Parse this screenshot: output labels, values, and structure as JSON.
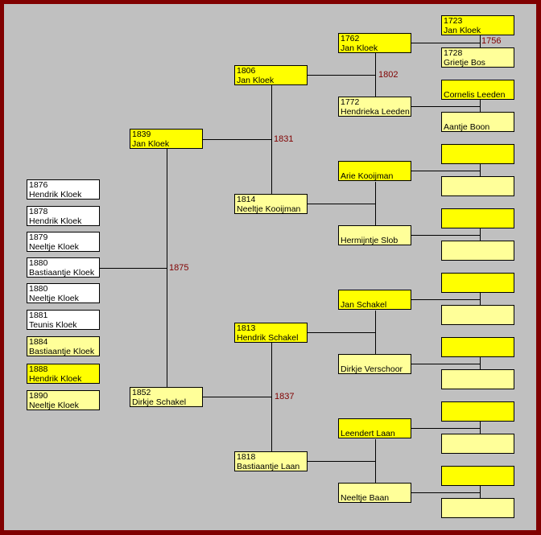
{
  "colors": {
    "border": "#800000",
    "background": "#c0c0c0",
    "male": "#ffff00",
    "female": "#ffff99",
    "unknown": "#ffffff",
    "marriage_year": "#800000"
  },
  "children": [
    {
      "year": "1876",
      "name": "Hendrik Kloek",
      "fill": "#ffffff"
    },
    {
      "year": "1878",
      "name": "Hendrik Kloek",
      "fill": "#ffffff"
    },
    {
      "year": "1879",
      "name": "Neeltje Kloek",
      "fill": "#ffffff"
    },
    {
      "year": "1880",
      "name": "Bastiaantje Kloek",
      "fill": "#ffffff"
    },
    {
      "year": "1880",
      "name": "Neeltje Kloek",
      "fill": "#ffffff"
    },
    {
      "year": "1881",
      "name": "Teunis Kloek",
      "fill": "#ffffff"
    },
    {
      "year": "1884",
      "name": "Bastiaantje Kloek",
      "fill": "#ffff99"
    },
    {
      "year": "1888",
      "name": "Hendrik Kloek",
      "fill": "#ffff00"
    },
    {
      "year": "1890",
      "name": "Neeltje Kloek",
      "fill": "#ffff99"
    }
  ],
  "gen1": [
    {
      "year": "1839",
      "name": "Jan Kloek",
      "fill": "#ffff00"
    },
    {
      "year": "1852",
      "name": "Dirkje Schakel",
      "fill": "#ffff99"
    }
  ],
  "gen2": [
    {
      "year": "1806",
      "name": "Jan Kloek",
      "fill": "#ffff00"
    },
    {
      "year": "1814",
      "name": "Neeltje Kooijman",
      "fill": "#ffff99"
    },
    {
      "year": "1813",
      "name": "Hendrik Schakel",
      "fill": "#ffff00"
    },
    {
      "year": "1818",
      "name": "Bastiaantje Laan",
      "fill": "#ffff99"
    }
  ],
  "gen3": [
    {
      "year": "1762",
      "name": "Jan Kloek",
      "fill": "#ffff00"
    },
    {
      "year": "1772",
      "name": "Hendrieka Leeden",
      "fill": "#ffff99"
    },
    {
      "year": "",
      "name": "Arie Kooijman",
      "fill": "#ffff00"
    },
    {
      "year": "",
      "name": "Hermijntje Slob",
      "fill": "#ffff99"
    },
    {
      "year": "",
      "name": "Jan Schakel",
      "fill": "#ffff00"
    },
    {
      "year": "",
      "name": "Dirkje Verschoor",
      "fill": "#ffff99"
    },
    {
      "year": "",
      "name": "Leendert Laan",
      "fill": "#ffff00"
    },
    {
      "year": "",
      "name": "Neeltje Baan",
      "fill": "#ffff99"
    }
  ],
  "gen4": [
    {
      "year": "1723",
      "name": "Jan Kloek",
      "fill": "#ffff00"
    },
    {
      "year": "1728",
      "name": "Grietje Bos",
      "fill": "#ffff99"
    },
    {
      "year": "",
      "name": "Cornelis Leeden",
      "fill": "#ffff00"
    },
    {
      "year": "",
      "name": "Aantje Boon",
      "fill": "#ffff99"
    },
    {
      "year": "",
      "name": "",
      "fill": "#ffff00"
    },
    {
      "year": "",
      "name": "",
      "fill": "#ffff99"
    },
    {
      "year": "",
      "name": "",
      "fill": "#ffff00"
    },
    {
      "year": "",
      "name": "",
      "fill": "#ffff99"
    },
    {
      "year": "",
      "name": "",
      "fill": "#ffff00"
    },
    {
      "year": "",
      "name": "",
      "fill": "#ffff99"
    },
    {
      "year": "",
      "name": "",
      "fill": "#ffff00"
    },
    {
      "year": "",
      "name": "",
      "fill": "#ffff99"
    },
    {
      "year": "",
      "name": "",
      "fill": "#ffff00"
    },
    {
      "year": "",
      "name": "",
      "fill": "#ffff99"
    },
    {
      "year": "",
      "name": "",
      "fill": "#ffff00"
    },
    {
      "year": "",
      "name": "",
      "fill": "#ffff99"
    }
  ],
  "marriages": {
    "gen1": "1875",
    "gen2_kloek": "1831",
    "gen2_schakel": "1837",
    "gen3_kloek": "1802",
    "gen4_kloek": "1756"
  }
}
